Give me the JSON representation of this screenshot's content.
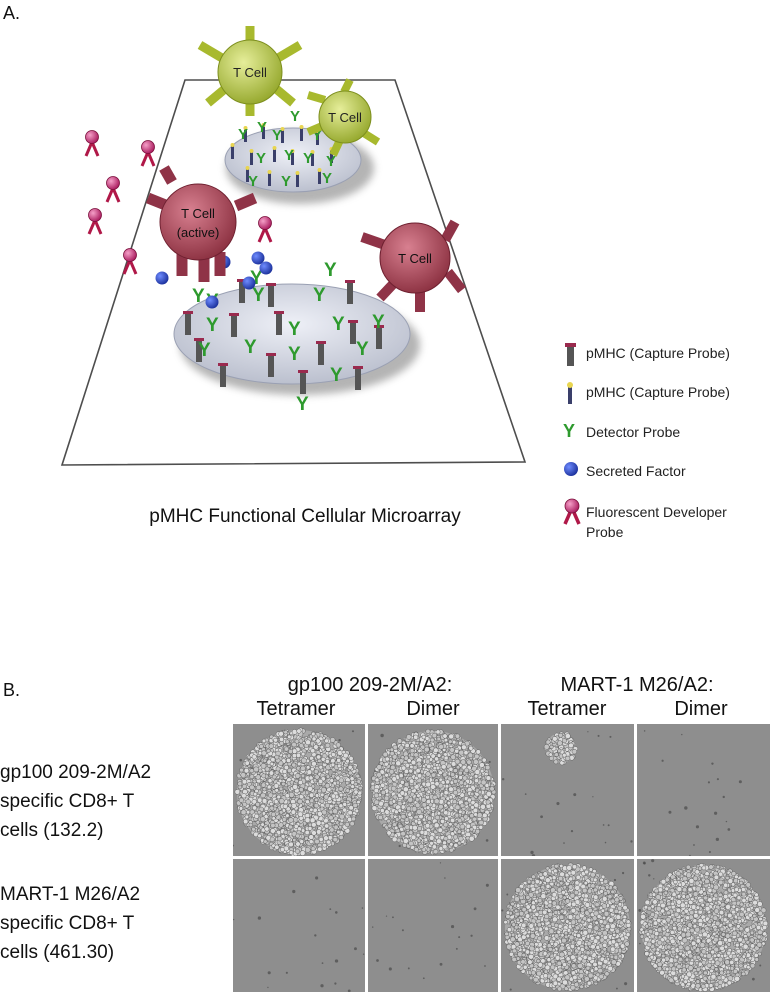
{
  "panel_a": {
    "label": "A.",
    "caption": "pMHC Functional Cellular Microarray",
    "cells": {
      "t_cell": "T Cell",
      "active_line1": "T Cell",
      "active_line2": "(active)"
    },
    "legend": [
      {
        "icon": "capture-probe-dark-icon",
        "label": "pMHC (Capture Probe)"
      },
      {
        "icon": "capture-probe-light-icon",
        "label": "pMHC (Capture Probe)"
      },
      {
        "icon": "detector-probe-icon",
        "label": "Detector Probe"
      },
      {
        "icon": "secreted-factor-icon",
        "label": "Secreted Factor"
      },
      {
        "icon": "fluorescent-developer-probe-icon",
        "label": "Fluorescent Developer",
        "label2": "Probe"
      }
    ],
    "colors": {
      "t_cell_green": "#b8c73a",
      "t_cell_red": "#a94656",
      "detector_green": "#2e9a2e",
      "factor_blue": "#1f3ec4",
      "probe_magenta": "#c2266e"
    }
  },
  "panel_b": {
    "label": "B.",
    "groups": [
      "gp100 209-2M/A2:",
      "MART-1 M26/A2:"
    ],
    "columns": [
      "Tetramer",
      "Dimer",
      "Tetramer",
      "Dimer"
    ],
    "rows": [
      {
        "lines": [
          "gp100 209-2M/A2",
          "specific CD8+ T",
          "cells (132.2)"
        ]
      },
      {
        "lines": [
          "MART-1 M26/A2",
          "specific CD8+ T",
          "cells (461.30)"
        ]
      }
    ]
  }
}
